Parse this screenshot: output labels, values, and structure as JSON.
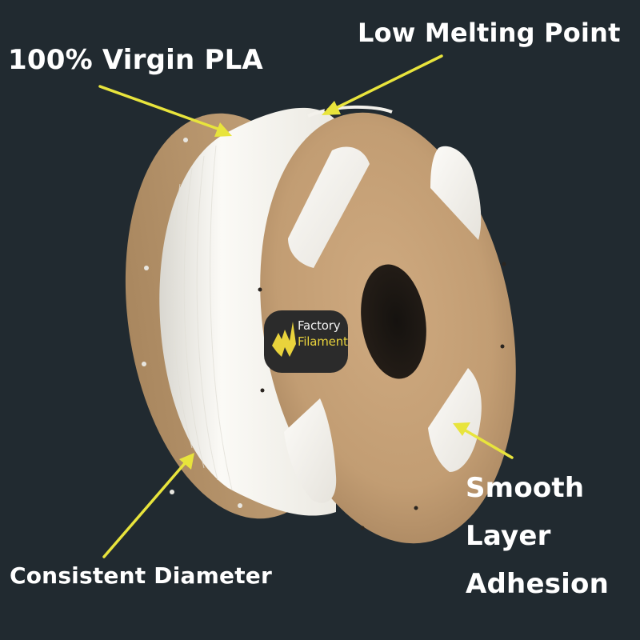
{
  "callouts": {
    "virgin_pla": "100% Virgin PLA",
    "low_melting_point": "Low Melting Point",
    "consistent_diameter": "Consistent Diameter",
    "smooth_layer_adhesion": [
      "Smooth",
      "Layer",
      "Adhesion"
    ]
  },
  "brand": {
    "line1": "Factory",
    "line2": "Filament"
  },
  "colors": {
    "background": "#212a30",
    "arrow": "#e8e43c",
    "cardboard": "#c8a47c",
    "filament": "#f4f2ec",
    "label_bg": "#2b2b2b",
    "brand_yellow": "#e9d33c"
  },
  "icons": [
    "arrow-icon",
    "factory-filament-logo-icon"
  ]
}
